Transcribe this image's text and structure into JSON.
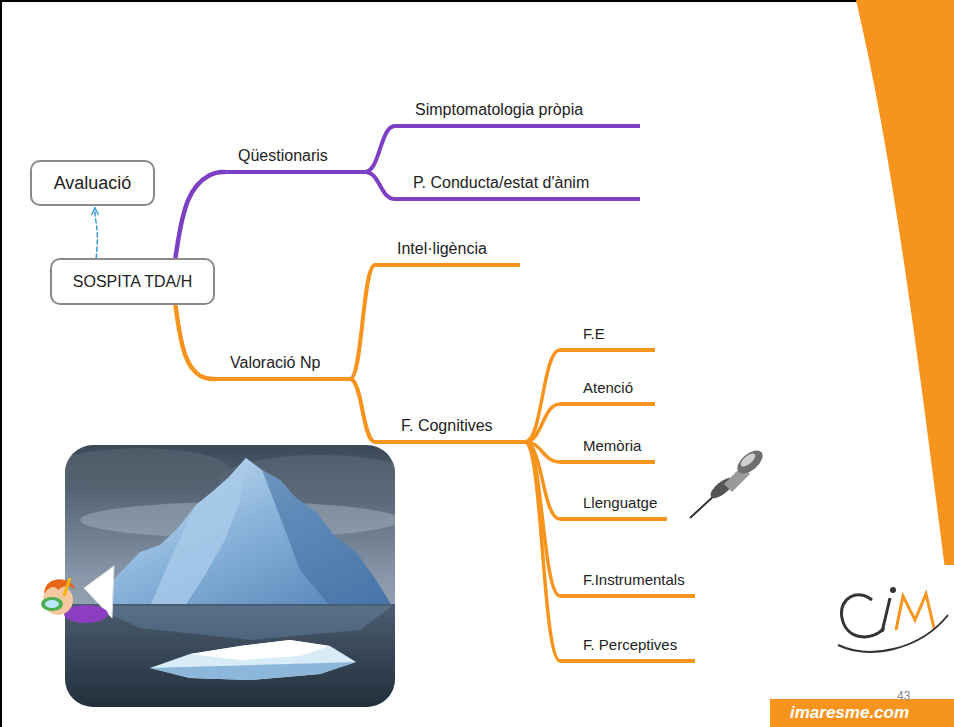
{
  "diagram": {
    "nodes": [
      {
        "text": [
          "Avaluació"
        ]
      },
      {
        "text": [
          "SOSPITA TDA/H"
        ]
      },
      {
        "text": [
          "Qüestionaris"
        ]
      },
      {
        "text": [
          "Simptomatologia pròpia"
        ]
      },
      {
        "text": [
          "P. Conducta/estat d'ànim"
        ]
      },
      {
        "text": [
          "Valoració Np"
        ]
      },
      {
        "text": [
          "Intel·ligència"
        ]
      },
      {
        "text": [
          "F. Cognitives"
        ]
      },
      {
        "text": [
          "F.E"
        ]
      },
      {
        "text": [
          "Atenció"
        ]
      },
      {
        "text": [
          "Memòria"
        ]
      },
      {
        "text": [
          "Llenguatge"
        ]
      },
      {
        "text": [
          "F.Instrumentals"
        ]
      },
      {
        "text": [
          "F. Perceptives"
        ]
      }
    ],
    "edges": [
      {
        "from": 1,
        "to": 0,
        "arrow": "to"
      },
      {
        "from": 1,
        "to": 2,
        "arrow": "none"
      },
      {
        "from": 2,
        "to": 3,
        "arrow": "none"
      },
      {
        "from": 2,
        "to": 4,
        "arrow": "none"
      },
      {
        "from": 1,
        "to": 5,
        "arrow": "none"
      },
      {
        "from": 5,
        "to": 6,
        "arrow": "none"
      },
      {
        "from": 5,
        "to": 7,
        "arrow": "none"
      },
      {
        "from": 7,
        "to": 8,
        "arrow": "none"
      },
      {
        "from": 7,
        "to": 9,
        "arrow": "none"
      },
      {
        "from": 7,
        "to": 10,
        "arrow": "none"
      },
      {
        "from": 7,
        "to": 11,
        "arrow": "none"
      },
      {
        "from": 7,
        "to": 12,
        "arrow": "none"
      },
      {
        "from": 7,
        "to": 13,
        "arrow": "none"
      }
    ],
    "labels": [
      "43",
      "imaresme.com"
    ]
  }
}
